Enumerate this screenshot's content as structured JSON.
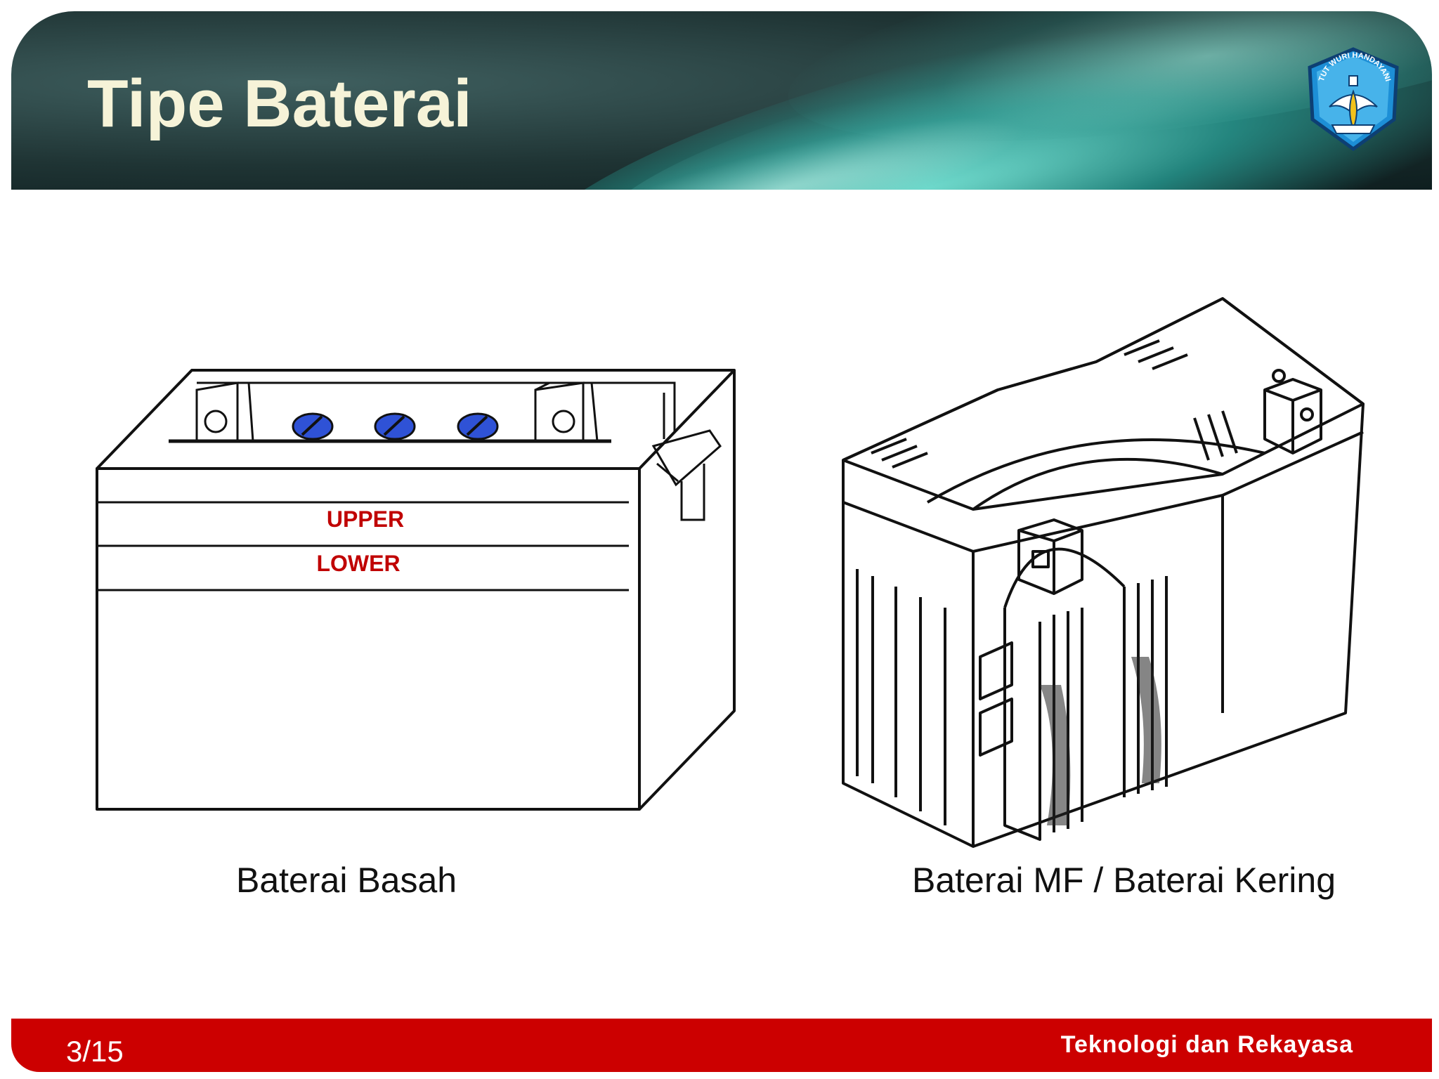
{
  "slide": {
    "title": "Tipe Baterai",
    "logo_text": "TUT WURI HANDAYANI"
  },
  "left_figure": {
    "level_upper": "UPPER",
    "level_lower": "LOWER",
    "caption": "Baterai Basah"
  },
  "right_figure": {
    "caption": "Baterai MF / Baterai Kering"
  },
  "footer": {
    "page": "3/15",
    "text": "Teknologi dan Rekayasa"
  },
  "colors": {
    "header_accent": "#2fa39a",
    "title": "#f6f3d8",
    "footer_bar": "#cc0000",
    "level_text": "#c00000",
    "cap_fill": "#2f52d6"
  },
  "icons": [
    "tut-wuri-handayani-logo",
    "battery-cap-icon"
  ]
}
